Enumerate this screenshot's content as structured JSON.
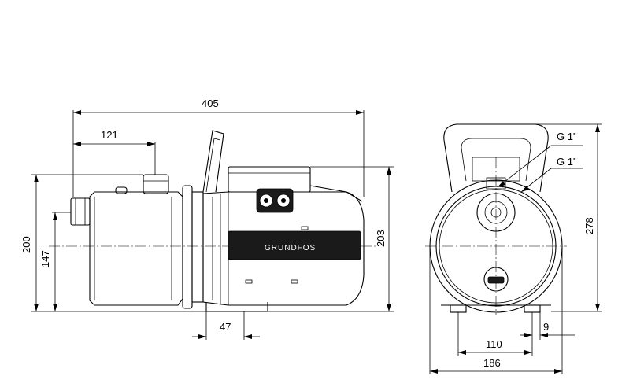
{
  "brand": "GRUNDFOS",
  "dimensions": {
    "overall_length": "405",
    "inlet_to_outlet": "121",
    "total_height_left": "200",
    "shaft_height": "147",
    "height_right": "203",
    "foot_width": "47",
    "front_height": "278",
    "foot_spacing": "110",
    "foot_hole": "9",
    "base_width": "186",
    "thread_top": "G 1\"",
    "thread_bottom": "G 1\""
  }
}
